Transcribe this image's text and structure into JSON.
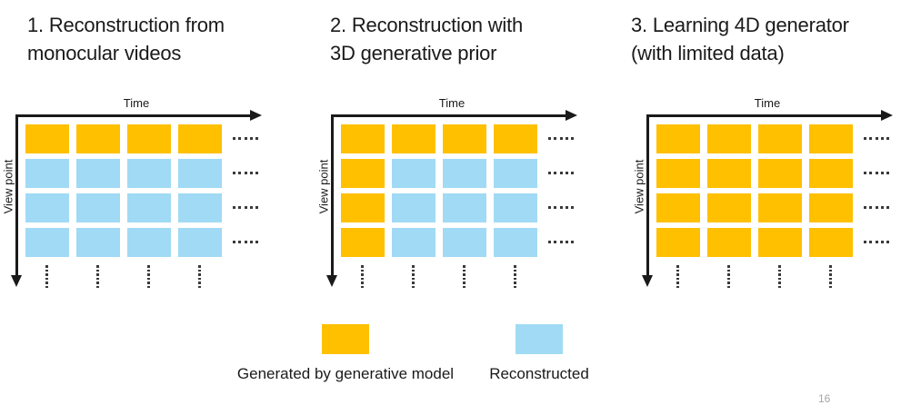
{
  "colors": {
    "generated": "#FFC000",
    "reconstructed": "#A0DAF5",
    "axis": "#1a1a1a",
    "dots": "#3a3a3a",
    "page_number_text": "#a6a6a6"
  },
  "panels": [
    {
      "title": "1. Reconstruction from\nmonocular videos",
      "x_axis_label": "Time",
      "y_axis_label": "View point",
      "grid": [
        [
          "generated",
          "generated",
          "generated",
          "generated"
        ],
        [
          "reconstructed",
          "reconstructed",
          "reconstructed",
          "reconstructed"
        ],
        [
          "reconstructed",
          "reconstructed",
          "reconstructed",
          "reconstructed"
        ],
        [
          "reconstructed",
          "reconstructed",
          "reconstructed",
          "reconstructed"
        ]
      ],
      "row_continuation": ".....",
      "column_continuation": "⋮"
    },
    {
      "title": "2. Reconstruction with\n3D generative prior",
      "x_axis_label": "Time",
      "y_axis_label": "View point",
      "grid": [
        [
          "generated",
          "generated",
          "generated",
          "generated"
        ],
        [
          "generated",
          "reconstructed",
          "reconstructed",
          "reconstructed"
        ],
        [
          "generated",
          "reconstructed",
          "reconstructed",
          "reconstructed"
        ],
        [
          "generated",
          "reconstructed",
          "reconstructed",
          "reconstructed"
        ]
      ],
      "row_continuation": ".....",
      "column_continuation": "⋮"
    },
    {
      "title": "3. Learning 4D generator\n(with limited data)",
      "x_axis_label": "Time",
      "y_axis_label": "View point",
      "grid": [
        [
          "generated",
          "generated",
          "generated",
          "generated"
        ],
        [
          "generated",
          "generated",
          "generated",
          "generated"
        ],
        [
          "generated",
          "generated",
          "generated",
          "generated"
        ],
        [
          "generated",
          "generated",
          "generated",
          "generated"
        ]
      ],
      "row_continuation": ".....",
      "column_continuation": "⋮"
    }
  ],
  "legend": {
    "items": [
      {
        "key": "generated",
        "label": "Generated by generative model"
      },
      {
        "key": "reconstructed",
        "label": "Reconstructed"
      }
    ]
  },
  "page_number": "16"
}
